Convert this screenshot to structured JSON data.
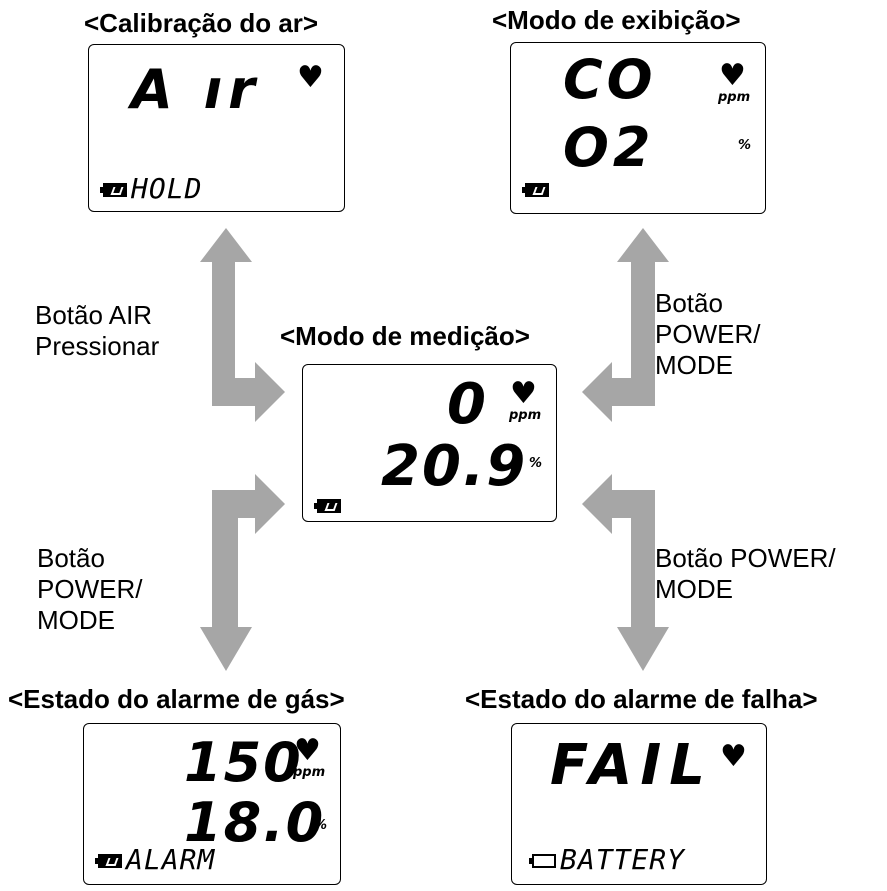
{
  "titles": {
    "air_calibration": "<Calibração do ar>",
    "display_mode": "<Modo de exibição>",
    "measurement_mode": "<Modo de medição>",
    "gas_alarm": "<Estado do alarme de gás>",
    "fault_alarm": "<Estado do alarme de falha>"
  },
  "labels": {
    "air_button": [
      "Botão AIR",
      "Pressionar"
    ],
    "power_mode_top_right": [
      "Botão",
      "POWER/",
      "MODE"
    ],
    "power_mode_bottom_left": [
      "Botão",
      "POWER/",
      "MODE"
    ],
    "power_mode_bottom_right": [
      "Botão POWER/",
      "MODE"
    ]
  },
  "screens": {
    "air_calibration": {
      "main": "A ır",
      "status": "HOLD"
    },
    "display_mode": {
      "line1": "CO",
      "line1_unit": "ppm",
      "line2": "O2",
      "line2_unit": "%"
    },
    "measurement_mode": {
      "line1": "0",
      "line1_unit": "ppm",
      "line2": "20.9",
      "line2_unit": "%"
    },
    "gas_alarm": {
      "line1": "150",
      "line1_unit": "ppm",
      "line2": "18.0",
      "line2_unit": "%",
      "status": "ALARM"
    },
    "fault_alarm": {
      "main": "FAIL",
      "status": "BATTERY"
    }
  },
  "colors": {
    "arrow": "#a6a6a6",
    "outline": "#000000"
  },
  "icons": {
    "heart": "heart-icon",
    "battery_full": "battery-full-icon",
    "battery_empty": "battery-empty-icon"
  }
}
